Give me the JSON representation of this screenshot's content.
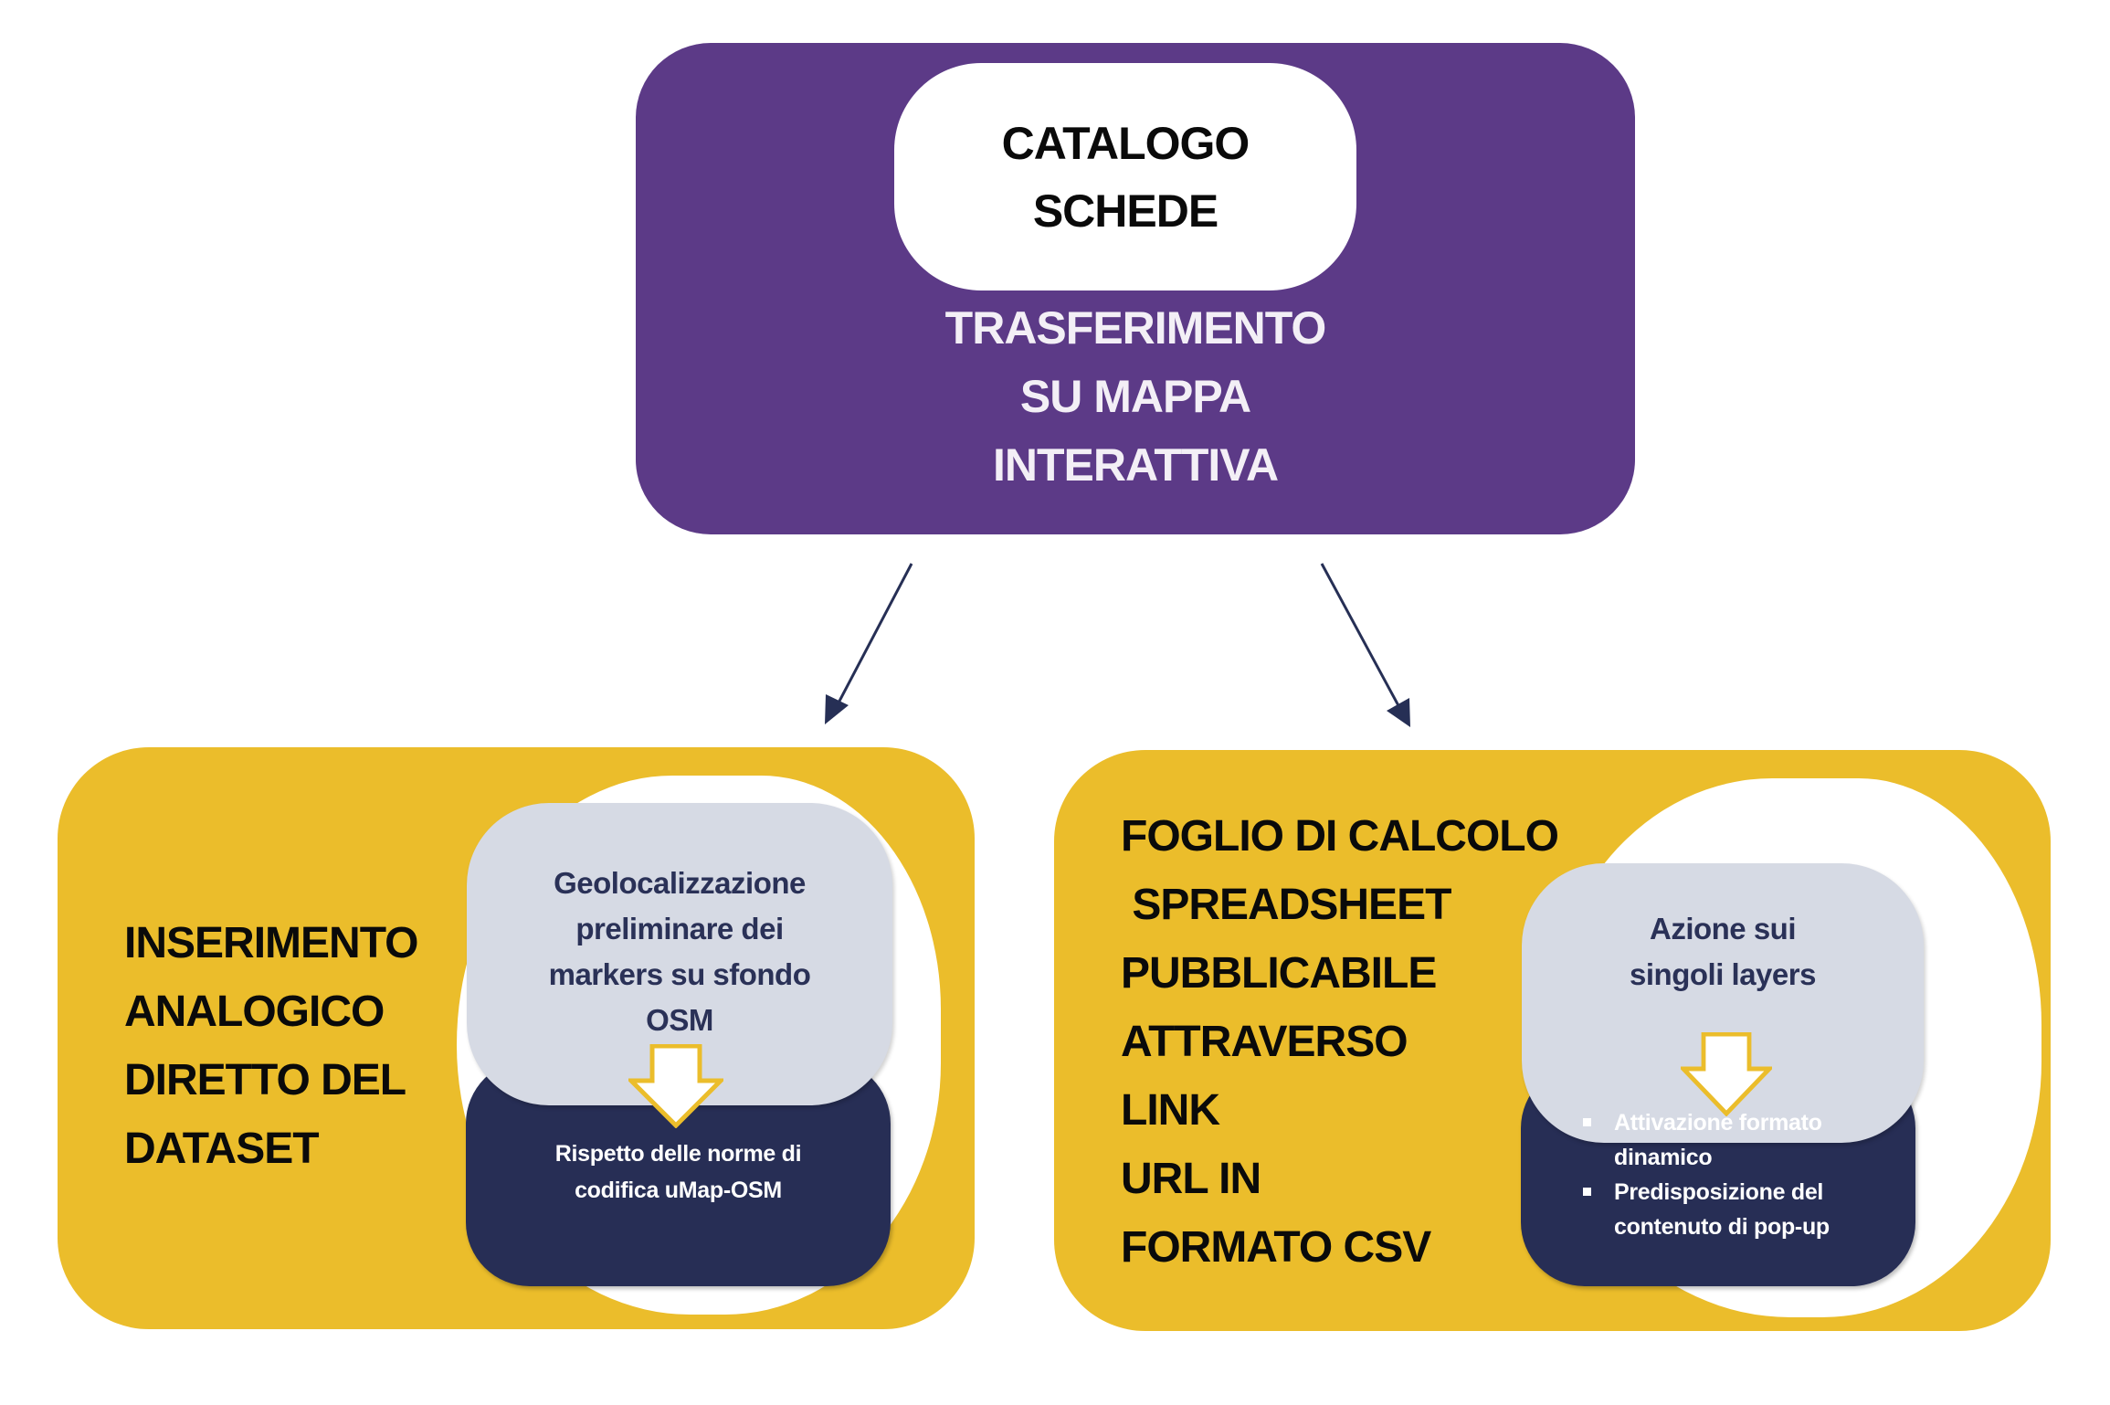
{
  "colors": {
    "top_node": "#5C3A87",
    "panel": "#EBBD2B",
    "step_box": "#D6DAE4",
    "result_box": "#272E55",
    "connector": "#262F55",
    "text_dark": "#0a0a0a",
    "text_navy": "#2A3157",
    "text_light": "#F3EFF6"
  },
  "top_node": {
    "catalog_lines": [
      "CATALOGO",
      "SCHEDE"
    ],
    "transfer_lines": [
      "TRASFERIMENTO",
      "SU MAPPA",
      "INTERATTIVA"
    ]
  },
  "connectors": [
    {
      "from": "top_node",
      "to": "left_panel"
    },
    {
      "from": "top_node",
      "to": "right_panel"
    }
  ],
  "left_panel": {
    "title_lines": [
      "INSERIMENTO",
      "ANALOGICO",
      "DIRETTO DEL",
      "DATASET"
    ],
    "step_lines": [
      "Geolocalizzazione",
      "preliminare dei",
      "markers su sfondo",
      "OSM"
    ],
    "step_arrow_icon": "down-arrow-icon",
    "result_lines": [
      "Rispetto delle norme di",
      "codifica uMap-OSM"
    ]
  },
  "right_panel": {
    "title_lines": [
      "FOGLIO DI CALCOLO",
      " SPREADSHEET",
      "PUBBLICABILE",
      "ATTRAVERSO",
      "LINK",
      "URL IN",
      "FORMATO CSV"
    ],
    "step_lines": [
      "Azione sui",
      "singoli layers"
    ],
    "step_arrow_icon": "down-arrow-icon",
    "result_items": [
      "Attivazione formato dinamico",
      "Predisposizione del contenuto di pop-up"
    ]
  }
}
